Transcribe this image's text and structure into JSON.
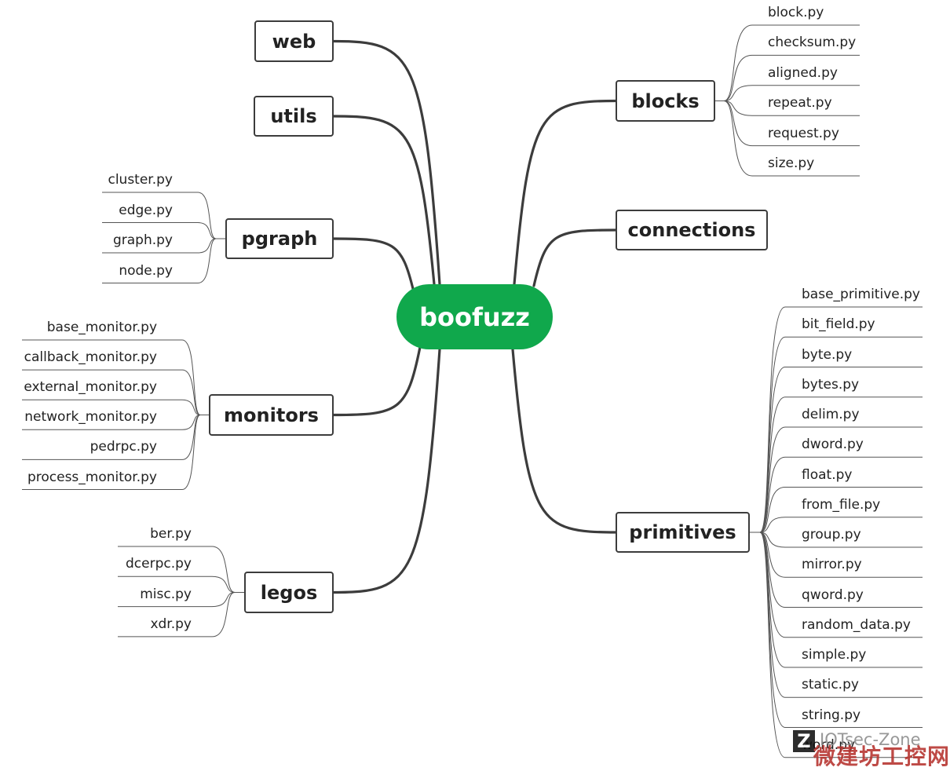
{
  "root": {
    "label": "boofuzz"
  },
  "colors": {
    "root_fill": "#10a84c",
    "line": "#3c3c3c",
    "watermark_red": "#b6322d"
  },
  "topics": {
    "web": {
      "label": "web",
      "children": []
    },
    "utils": {
      "label": "utils",
      "children": []
    },
    "pgraph": {
      "label": "pgraph",
      "children": [
        "cluster.py",
        "edge.py",
        "graph.py",
        "node.py"
      ]
    },
    "monitors": {
      "label": "monitors",
      "children": [
        "base_monitor.py",
        "callback_monitor.py",
        "external_monitor.py",
        "network_monitor.py",
        "pedrpc.py",
        "process_monitor.py"
      ]
    },
    "legos": {
      "label": "legos",
      "children": [
        "ber.py",
        "dcerpc.py",
        "misc.py",
        "xdr.py"
      ]
    },
    "blocks": {
      "label": "blocks",
      "children": [
        "block.py",
        "checksum.py",
        "aligned.py",
        "repeat.py",
        "request.py",
        "size.py"
      ]
    },
    "connections": {
      "label": "connections",
      "children": []
    },
    "primitives": {
      "label": "primitives",
      "children": [
        "base_primitive.py",
        "bit_field.py",
        "byte.py",
        "bytes.py",
        "delim.py",
        "dword.py",
        "float.py",
        "from_file.py",
        "group.py",
        "mirror.py",
        "qword.py",
        "random_data.py",
        "simple.py",
        "static.py",
        "string.py",
        "word.py"
      ]
    }
  },
  "watermark": {
    "mark": "Z",
    "name": "IOTsec-Zone",
    "chinese": "微建坊工控网"
  }
}
